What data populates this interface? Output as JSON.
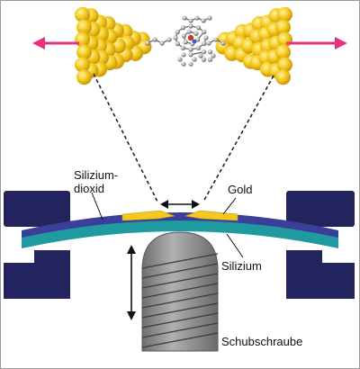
{
  "labels": {
    "silicon_dioxide_line1": "Silizium-",
    "silicon_dioxide_line2": "dioxid",
    "gold": "Gold",
    "silicon": "Silizium",
    "push_screw": "Schubschraube"
  },
  "colors": {
    "gold": "#f4c81c",
    "gold_shade": "#c8960a",
    "arrow_magenta": "#e5337f",
    "clamp_navy": "#23235e",
    "oxide_blue": "#3a3f9a",
    "silicon_teal": "#1f9aa0",
    "screw_gray": "#8a8a8a",
    "molecule_gray": "#8c8c8c"
  },
  "icons": {
    "pull_left": "arrow-left-icon",
    "pull_right": "arrow-right-icon",
    "gap": "double-arrow-horizontal-icon",
    "stroke": "double-arrow-vertical-icon"
  }
}
